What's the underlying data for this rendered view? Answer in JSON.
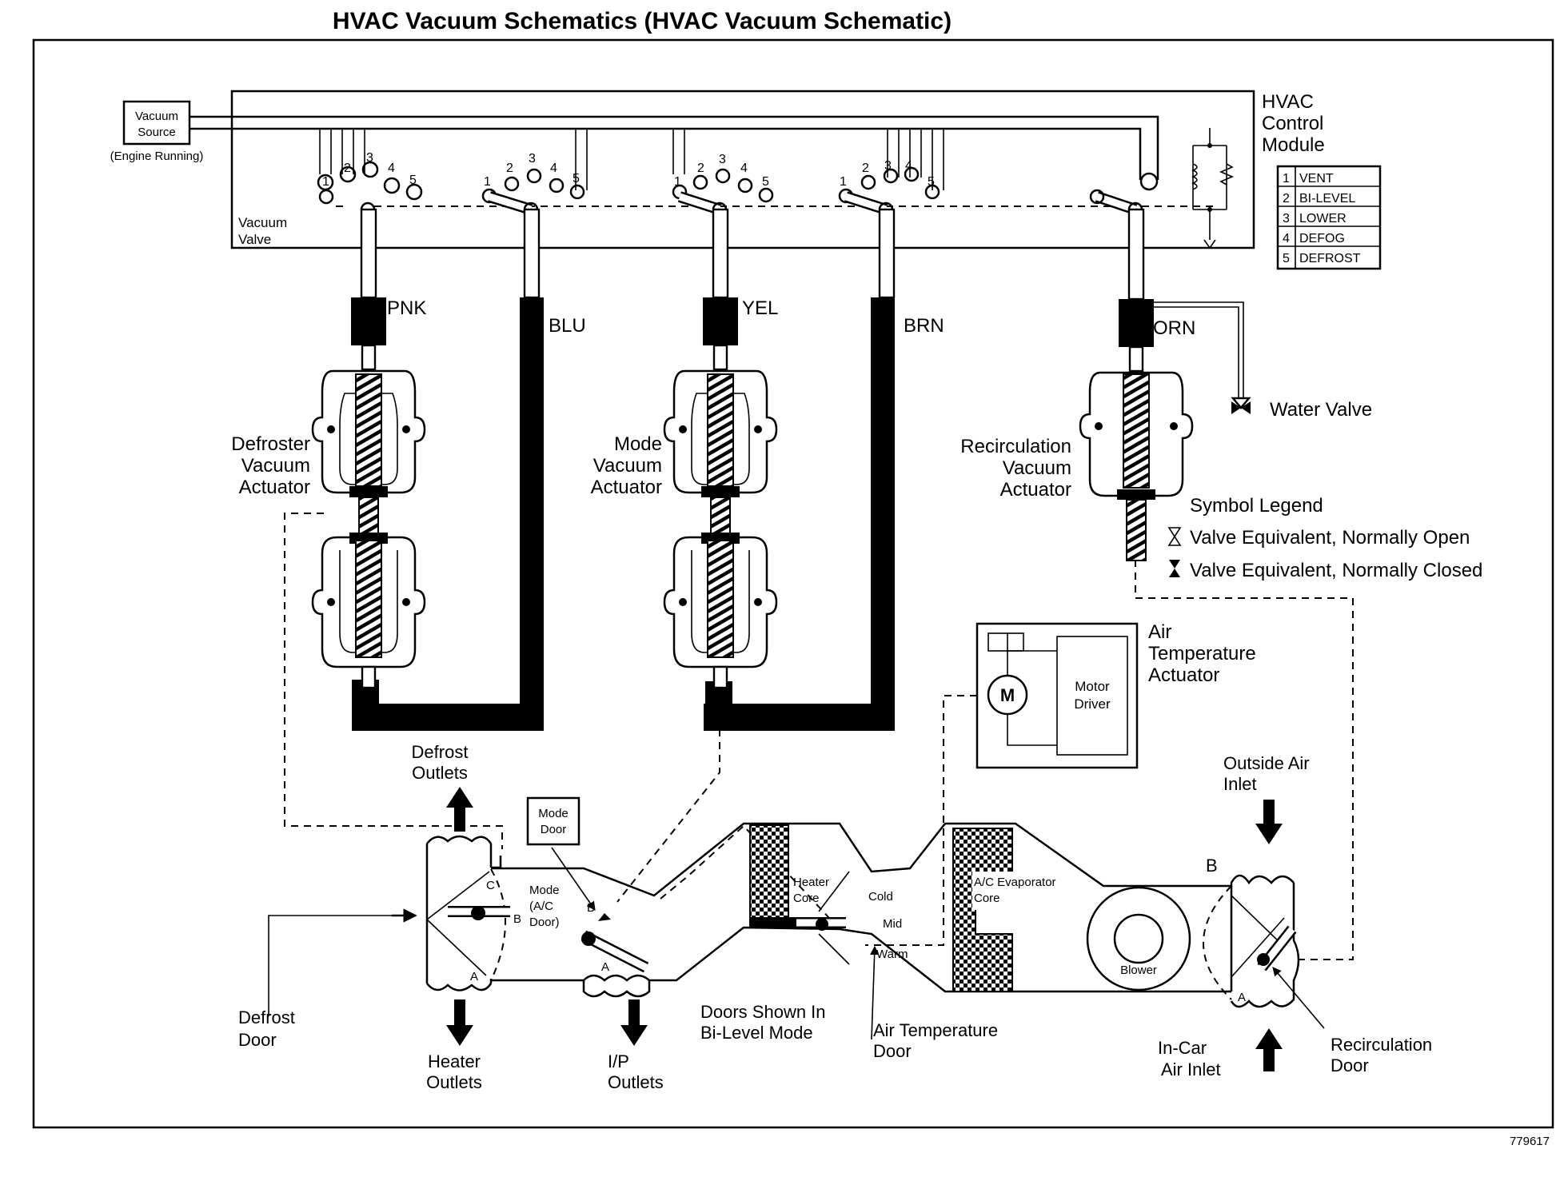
{
  "title": "HVAC Vacuum Schematics (HVAC Vacuum Schematic)",
  "figure_number": "779617",
  "vacuum_source": {
    "line1": "Vacuum",
    "line2": "Source",
    "note": "(Engine Running)"
  },
  "vacuum_valve": {
    "line1": "Vacuum",
    "line2": "Valve"
  },
  "control_module": {
    "line1": "HVAC",
    "line2": "Control",
    "line3": "Module"
  },
  "mode_table": [
    {
      "num": "1",
      "name": "VENT"
    },
    {
      "num": "2",
      "name": "BI-LEVEL"
    },
    {
      "num": "3",
      "name": "LOWER"
    },
    {
      "num": "4",
      "name": "DEFOG"
    },
    {
      "num": "5",
      "name": "DEFROST"
    }
  ],
  "port_numbers": [
    "1",
    "2",
    "3",
    "4",
    "5"
  ],
  "hose_colors": {
    "pnk": "PNK",
    "blu": "BLU",
    "yel": "YEL",
    "brn": "BRN",
    "orn": "ORN"
  },
  "actuators": {
    "defroster": {
      "line1": "Defroster",
      "line2": "Vacuum",
      "line3": "Actuator"
    },
    "mode": {
      "line1": "Mode",
      "line2": "Vacuum",
      "line3": "Actuator"
    },
    "recirculation": {
      "line1": "Recirculation",
      "line2": "Vacuum",
      "line3": "Actuator"
    }
  },
  "water_valve": "Water Valve",
  "legend": {
    "title": "Symbol Legend",
    "open": "Valve Equivalent, Normally Open",
    "closed": "Valve Equivalent, Normally Closed"
  },
  "air_temp_actuator": {
    "line1": "Air",
    "line2": "Temperature",
    "line3": "Actuator",
    "motor": "M",
    "driver1": "Motor",
    "driver2": "Driver"
  },
  "outlets": {
    "defrost": {
      "line1": "Defrost",
      "line2": "Outlets"
    },
    "heater": {
      "line1": "Heater",
      "line2": "Outlets"
    },
    "ip": {
      "line1": "I/P",
      "line2": "Outlets"
    }
  },
  "doors": {
    "defrost": {
      "line1": "Defrost",
      "line2": "Door"
    },
    "mode_box": {
      "line1": "Mode",
      "line2": "Door"
    },
    "mode_ac": {
      "line1": "Mode",
      "line2": "(A/C",
      "line3": "Door)"
    },
    "air_temp": {
      "line1": "Air Temperature",
      "line2": "Door"
    },
    "recirc": {
      "line1": "Recirculation",
      "line2": "Door"
    }
  },
  "door_positions": {
    "a": "A",
    "b": "B",
    "c": "C"
  },
  "doors_shown": {
    "line1": "Doors Shown In",
    "line2": "Bi-Level Mode"
  },
  "heater_core": {
    "line1": "Heater",
    "line2": "Core"
  },
  "temp_positions": {
    "cold": "Cold",
    "mid": "Mid",
    "warm": "Warm"
  },
  "evaporator": {
    "line1": "A/C Evaporator",
    "line2": "Core"
  },
  "blower": "Blower",
  "inlets": {
    "outside": {
      "line1": "Outside Air",
      "line2": "Inlet"
    },
    "incar": {
      "line1": "In-Car",
      "line2": "Air Inlet"
    }
  }
}
